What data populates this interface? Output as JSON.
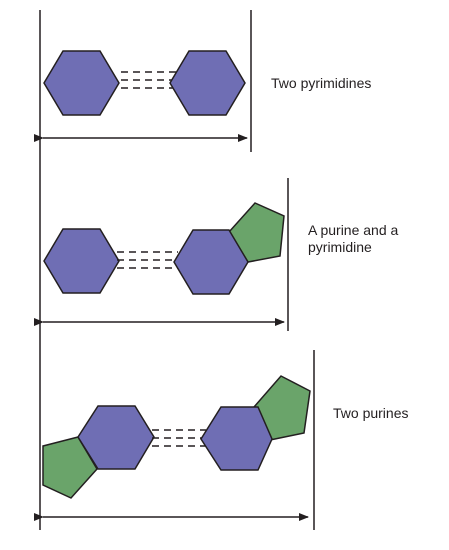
{
  "diagram": {
    "colors": {
      "pyrimidine_hexagon": "#6f6eb4",
      "purine_pentagon": "#6aa46a",
      "stroke": "#231f20",
      "background": "#ffffff"
    },
    "panels": [
      {
        "label": "Two pyrimidines",
        "left_ring": "hexagon",
        "right_ring": "hexagon"
      },
      {
        "label": "A purine and a\npyrimidine",
        "left_ring": "hexagon",
        "right_ring": "hexagon+pentagon"
      },
      {
        "label": "Two purines",
        "left_ring": "pentagon+hexagon",
        "right_ring": "hexagon+pentagon"
      }
    ]
  }
}
